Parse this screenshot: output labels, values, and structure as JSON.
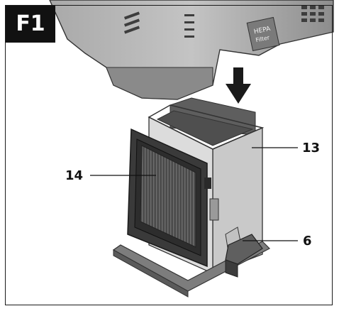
{
  "figure": {
    "tag": "F1",
    "device_label_line1": "HEPA",
    "device_label_line2": "Filter"
  },
  "callouts": {
    "filter_element": "14",
    "dust_container": "13",
    "release_latch": "6"
  },
  "colors": {
    "tag_background": "#111111",
    "housing_light": "#cfcfcf",
    "housing_dark": "#6a6a6a",
    "filter_frame": "#3a3a3a",
    "arrow": "#1a1a1a"
  }
}
